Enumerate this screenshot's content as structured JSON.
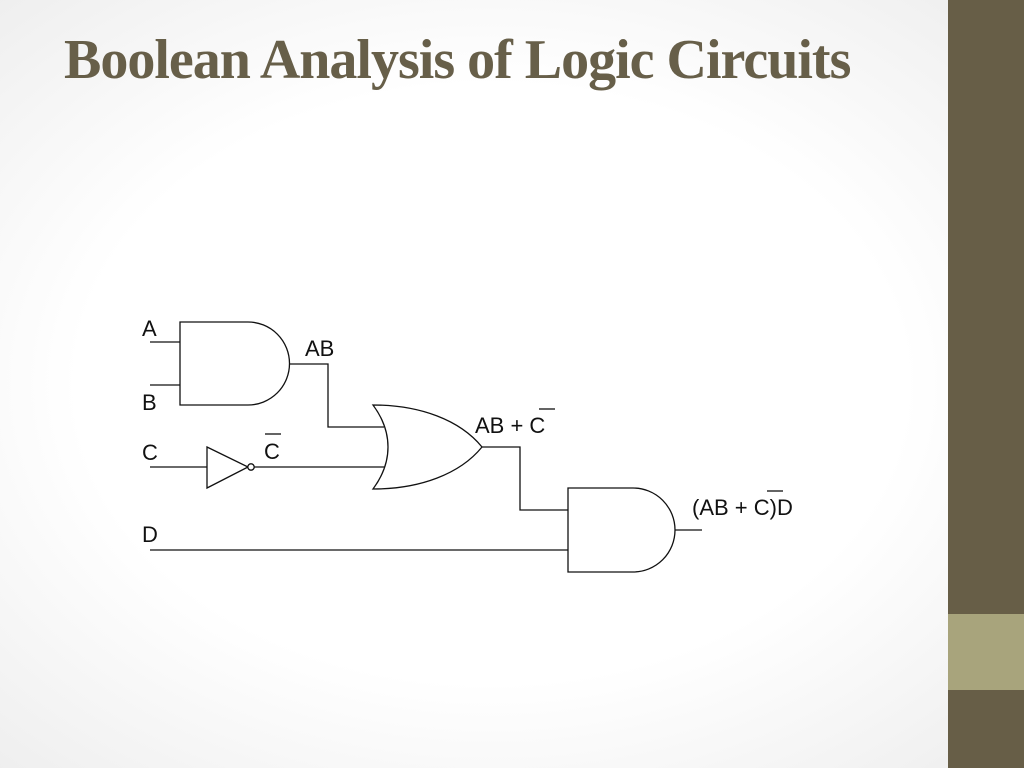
{
  "slide": {
    "title": "Boolean Analysis of Logic Circuits"
  },
  "diagram": {
    "inputs": {
      "a": "A",
      "b": "B",
      "c": "C",
      "d": "D"
    },
    "outputs": {
      "and1": "AB",
      "inverter": "C",
      "or_prefix": "AB + ",
      "or_bar": "C",
      "final_prefix": "(AB + ",
      "final_bar": "C",
      "final_suffix": ")D"
    },
    "gates": [
      "and-gate",
      "not-gate",
      "or-gate",
      "and-gate"
    ]
  },
  "colors": {
    "title": "#675f49",
    "sidebar": "#675e47",
    "sidebar_accent": "#a8a47c"
  }
}
